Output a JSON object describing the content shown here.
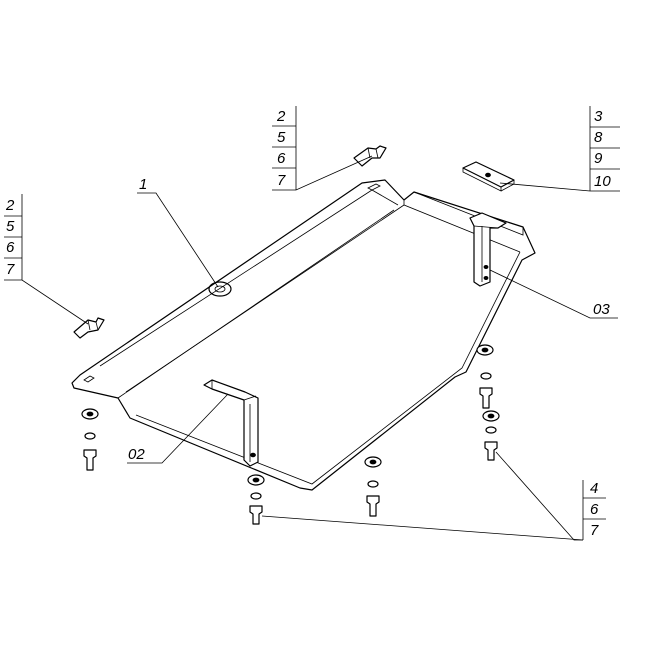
{
  "callouts": {
    "main_panel": "1",
    "bracket_left": "02",
    "bracket_right": "03",
    "left_clip_stack": [
      "2",
      "5",
      "6",
      "7"
    ],
    "top_clip_stack": [
      "2",
      "5",
      "6",
      "7"
    ],
    "plate_stack": [
      "3",
      "8",
      "9",
      "10"
    ],
    "fastener_stack": [
      "4",
      "6",
      "7"
    ]
  }
}
